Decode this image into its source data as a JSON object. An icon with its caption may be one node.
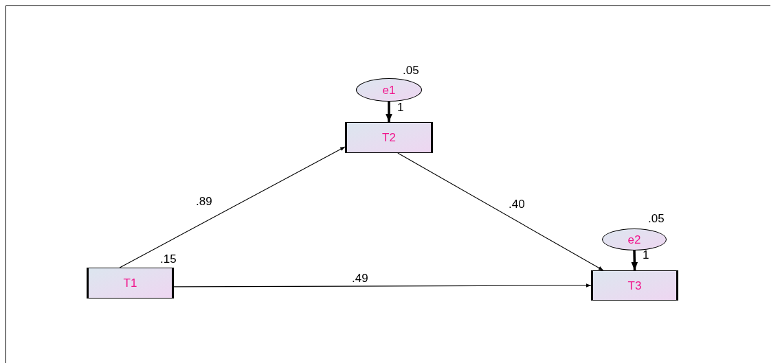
{
  "diagram": {
    "nodes": [
      {
        "text": [
          "e1"
        ],
        "beside": [
          ".05"
        ]
      },
      {
        "text": [
          "T2"
        ]
      },
      {
        "text": [
          "e2"
        ],
        "beside": [
          ".05"
        ]
      },
      {
        "text": [
          "T1"
        ],
        "beside": [
          ".15"
        ]
      },
      {
        "text": [
          "T3"
        ]
      }
    ],
    "edges": [
      {
        "from": 0,
        "to": 1,
        "arrow": "to",
        "label": "1",
        "style": "thick"
      },
      {
        "from": 3,
        "to": 1,
        "arrow": "to",
        "label": ".89"
      },
      {
        "from": 1,
        "to": 4,
        "arrow": "to",
        "label": ".40"
      },
      {
        "from": 2,
        "to": 4,
        "arrow": "to",
        "label": "1",
        "style": "thick"
      },
      {
        "from": 3,
        "to": 4,
        "arrow": "to",
        "label": ".49"
      }
    ]
  }
}
